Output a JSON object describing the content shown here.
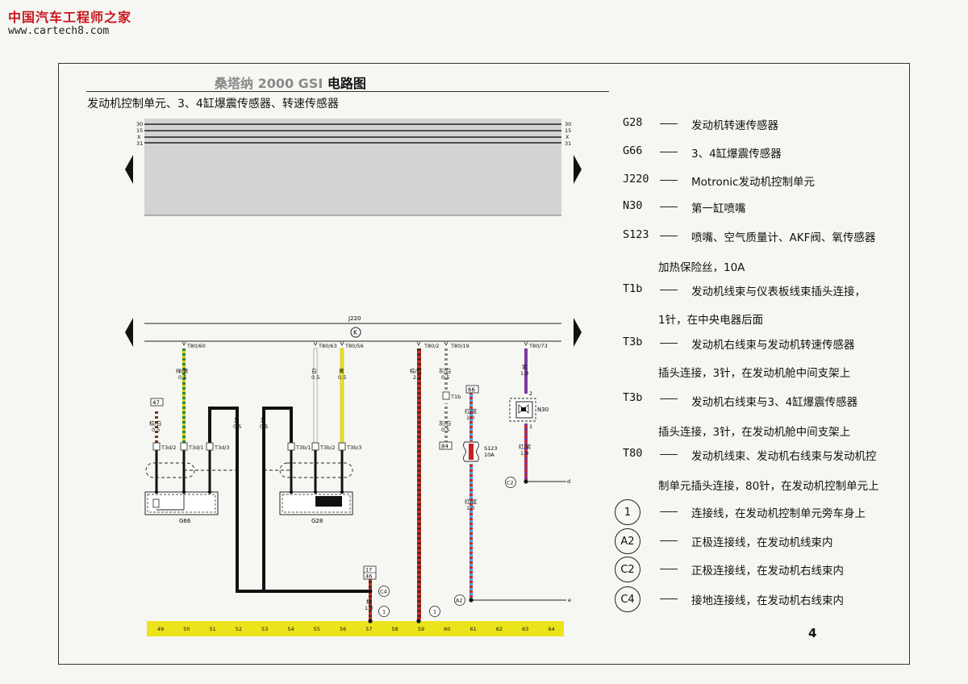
{
  "watermark": {
    "site_cn": "中国汽车工程师之家",
    "url": "www.cartech8.com"
  },
  "header": {
    "title_model": "桑塔纳 2000 GSI",
    "title_suffix": "电路图",
    "subtitle": "发动机控制单元、3、4缸爆震传感器、转速传感器"
  },
  "page_number": "4",
  "legend": [
    {
      "code": "G28",
      "text": "发动机转速传感器"
    },
    {
      "code": "G66",
      "text": "3、4缸爆震传感器"
    },
    {
      "code": "J220",
      "text": "Motronic发动机控制单元"
    },
    {
      "code": "N30",
      "text": "第一缸喷嘴"
    },
    {
      "code": "S123",
      "text": "喷嘴、空气质量计、AKF阀、氧传感器",
      "cont": "加热保险丝，10A"
    },
    {
      "code": "T1b",
      "text": "发动机线束与仪表板线束插头连接，",
      "cont": "1针，在中央电器后面"
    },
    {
      "code": "T3b",
      "text": "发动机右线束与发动机转速传感器",
      "cont": "插头连接，3针，在发动机舱中间支架上"
    },
    {
      "code": "T3b",
      "text": "发动机右线束与3、4缸爆震传感器",
      "cont": "插头连接，3针，在发动机舱中间支架上"
    },
    {
      "code": "T80",
      "text": "发动机线束、发动机右线束与发动机控",
      "cont": "制单元插头连接，80针，在发动机控制单元上"
    }
  ],
  "connectors": [
    {
      "id": "1",
      "text": "连接线，在发动机控制单元旁车身上"
    },
    {
      "id": "A2",
      "text": "正极连接线，在发动机线束内"
    },
    {
      "id": "C2",
      "text": "正极连接线，在发动机右线束内"
    },
    {
      "id": "C4",
      "text": "接地连接线，在发动机右线束内"
    }
  ],
  "diagram": {
    "bus_labels": [
      "30",
      "15",
      "X",
      "31"
    ],
    "ecu_label": "J220",
    "ecu_symbol": "K",
    "pins": [
      "T80/60",
      "T80/63",
      "T80/56",
      "T80/2",
      "T80/19",
      "T80/73"
    ],
    "wires": {
      "green_yellow": [
        "绿/黄",
        "0.5"
      ],
      "white": [
        "白",
        "0.5"
      ],
      "yellow": [
        "黄",
        "0.5"
      ],
      "brown_red": [
        "棕/红",
        "2.5"
      ],
      "grey_white_top": [
        "灰/白",
        "0.5"
      ],
      "grey_white_bottom": [
        "灰/白",
        "0.5"
      ],
      "violet": [
        "紫",
        "1.0"
      ],
      "brown_white": [
        "棕/白",
        "0.5"
      ],
      "black_1": [
        "黑",
        "0.5"
      ],
      "black_2": [
        "黑",
        "0.5"
      ],
      "red_blue_top": [
        "红/蓝",
        "1.0"
      ],
      "red_blue_bottom": [
        "红/蓝",
        "1.0"
      ],
      "red_violet": [
        "红/紫",
        "1.0"
      ],
      "brown_ground": [
        "棕",
        "1.0"
      ]
    },
    "terminals": {
      "g66": [
        "T3d/2",
        "T3d/1",
        "T3d/3"
      ],
      "g28": [
        "T3b/1",
        "T3b/2",
        "T3b/3"
      ],
      "t1b": "T1b"
    },
    "refs": {
      "r47": "47",
      "r66": "66",
      "r84": "84",
      "r17": "17",
      "r46": "46"
    },
    "components": {
      "g66": "G66",
      "g28": "G28",
      "n30": "N30",
      "n30_pin_top": "2",
      "n30_pin_bottom": "1",
      "s123": "S123",
      "s123_rating": "10A"
    },
    "node_labels": {
      "c2": "C2",
      "a2": "A2",
      "c4": "C4",
      "one_a": "1",
      "one_b": "1"
    },
    "exits": {
      "d": "d",
      "e": "e"
    },
    "ground_bar": [
      "49",
      "50",
      "51",
      "52",
      "53",
      "54",
      "55",
      "56",
      "57",
      "58",
      "59",
      "60",
      "61",
      "62",
      "63",
      "64"
    ]
  }
}
